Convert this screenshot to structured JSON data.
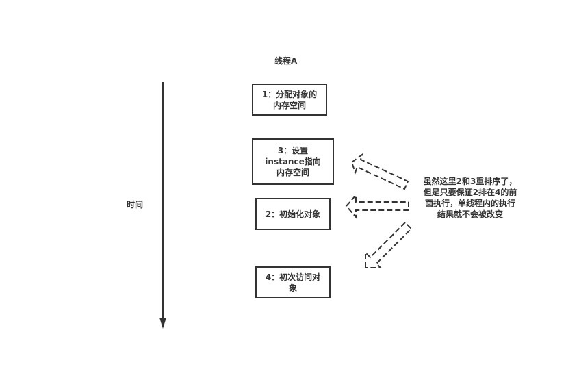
{
  "thread_label": "线程A",
  "time_axis_label": "时间",
  "steps": [
    {
      "lines": [
        "1：分配对象的",
        "内存空间"
      ]
    },
    {
      "lines": [
        "3：设置",
        "instance指向",
        "内存空间"
      ]
    },
    {
      "lines": [
        "2：初始化对象"
      ]
    },
    {
      "lines": [
        "4：初次访问对",
        "象"
      ]
    }
  ],
  "note": {
    "lines": [
      "虽然这里2和3重排序了，",
      "但是只要保证2排在4的前",
      "面执行，单线程内的执行",
      "结果就不会被改变"
    ]
  },
  "colors": {
    "stroke": "#333333",
    "background": "#ffffff"
  }
}
